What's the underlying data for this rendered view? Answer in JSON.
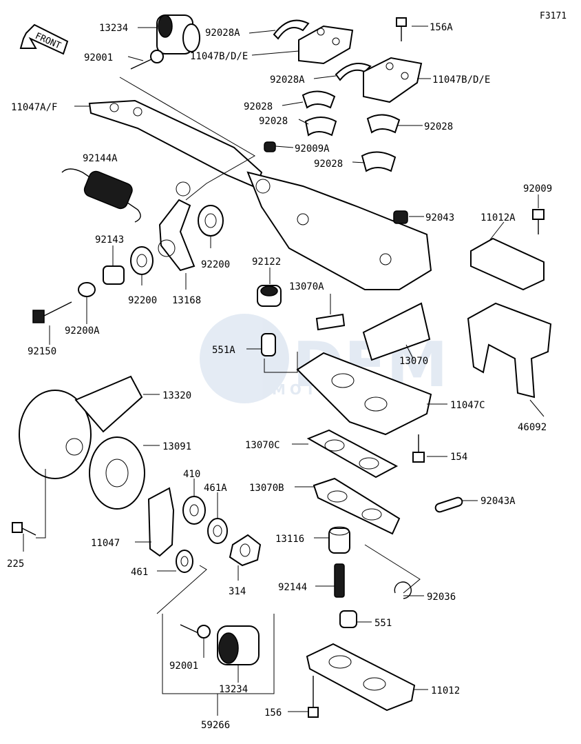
{
  "figure_code": "F3171",
  "front_label": "FRONT",
  "watermark": {
    "big": "DFM",
    "small": "MOTOPARTS"
  },
  "labels": {
    "p13234_top": "13234",
    "p92028A_1": "92028A",
    "p156A": "156A",
    "p11047BDE_1": "11047B/D/E",
    "p92001_top": "92001",
    "p92028A_2": "92028A",
    "p11047BDE_2": "11047B/D/E",
    "p11047AF": "11047A/F",
    "p92028_1": "92028",
    "p92028_2": "92028",
    "p92028_3": "92028",
    "p92009A": "92009A",
    "p92028_4": "92028",
    "p92144A": "92144A",
    "p92009": "92009",
    "p92043": "92043",
    "p11012A": "11012A",
    "p92143": "92143",
    "p92122": "92122",
    "p92200_1": "92200",
    "p92200_2": "92200",
    "p13168": "13168",
    "p13070A": "13070A",
    "p92150": "92150",
    "p92200A": "92200A",
    "p551A": "551A",
    "p13070": "13070",
    "p13320": "13320",
    "p11047C": "11047C",
    "p46092": "46092",
    "p13091": "13091",
    "p13070C": "13070C",
    "p154": "154",
    "p410": "410",
    "p461A": "461A",
    "p13070B": "13070B",
    "p92043A": "92043A",
    "p11047": "11047",
    "p13116": "13116",
    "p225": "225",
    "p461": "461",
    "p314": "314",
    "p92144": "92144",
    "p92036": "92036",
    "p551": "551",
    "p92001_bot": "92001",
    "p13234_bot": "13234",
    "p11012": "11012",
    "p156": "156",
    "p59266": "59266"
  }
}
